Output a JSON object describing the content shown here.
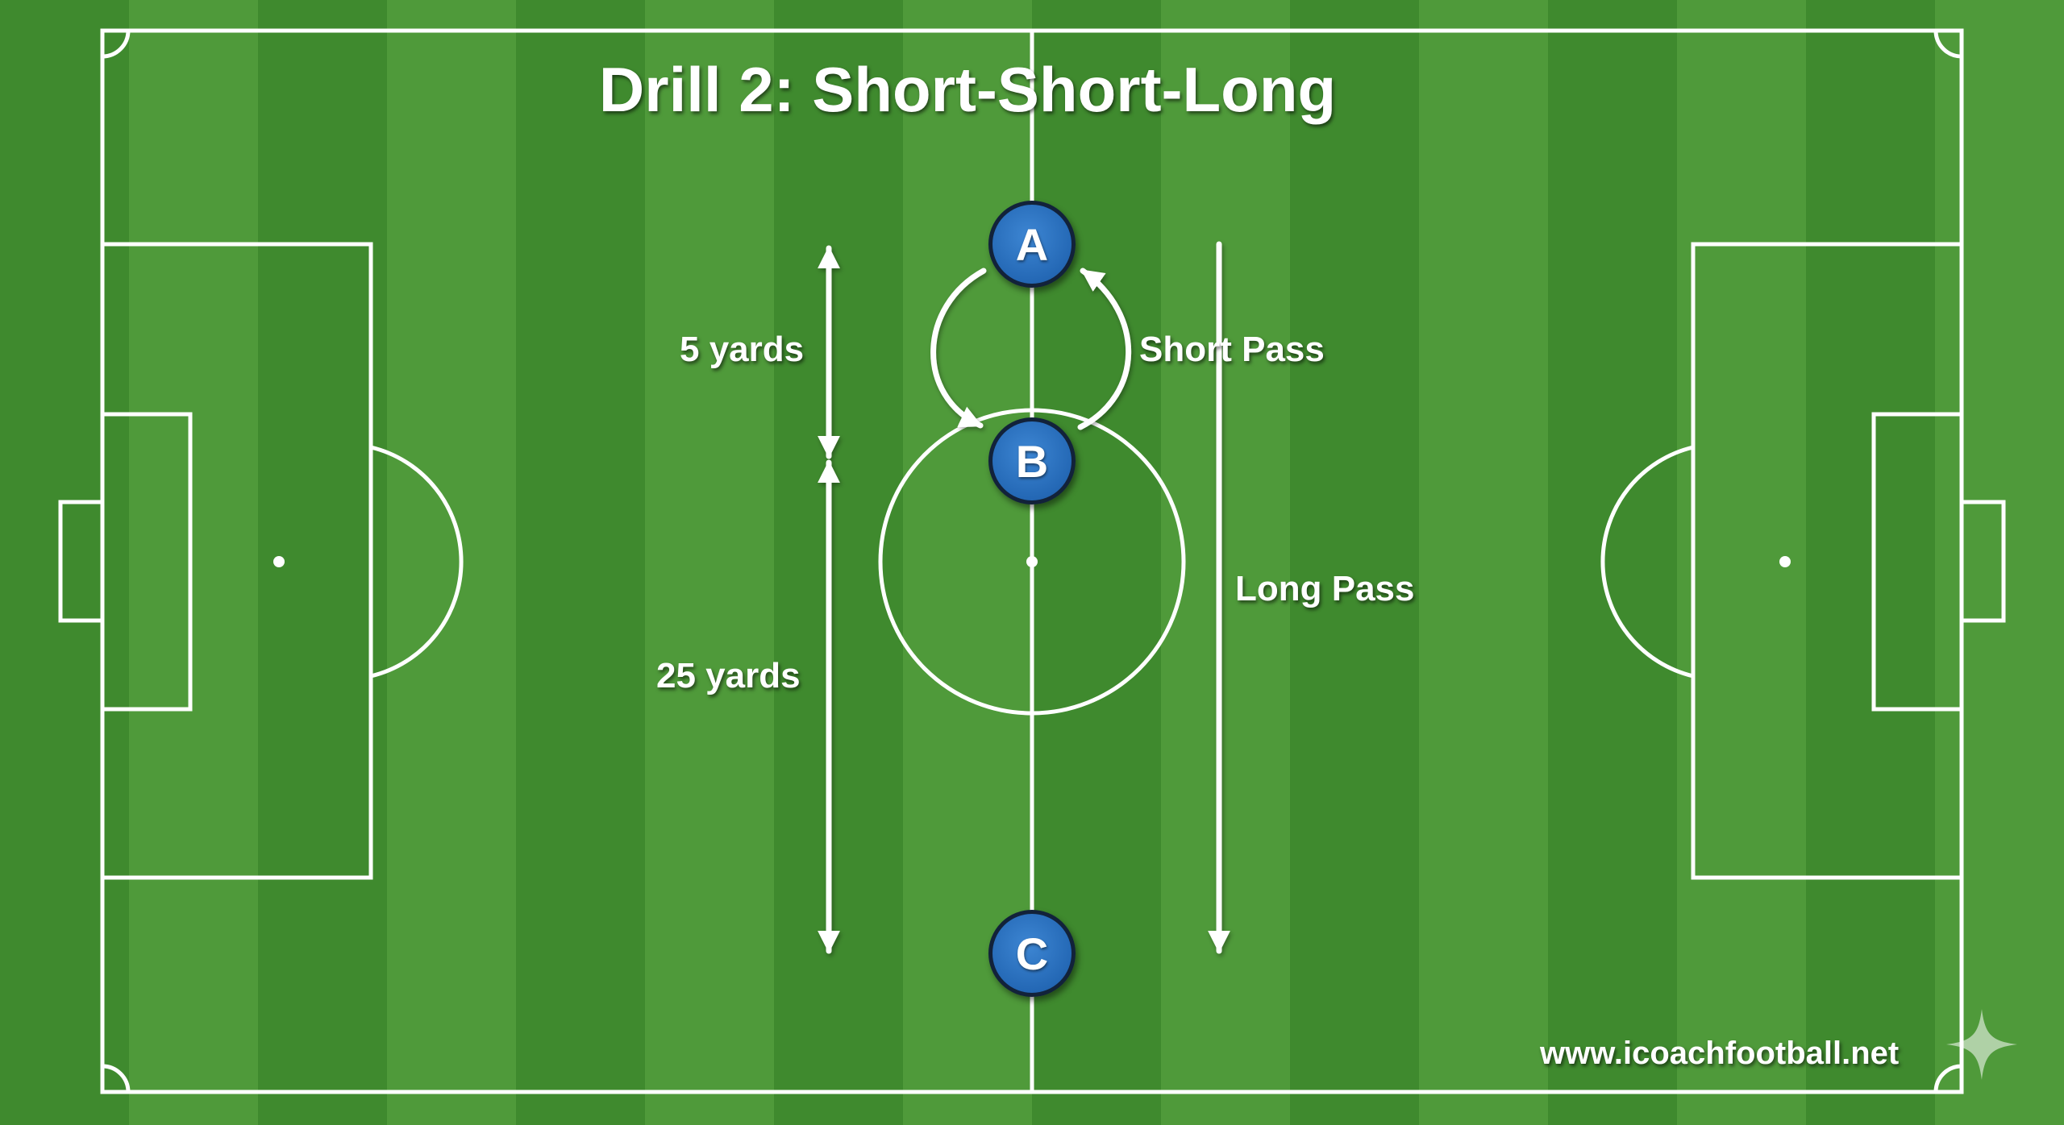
{
  "title": "Drill 2: Short-Short-Long",
  "players": [
    {
      "label": "A"
    },
    {
      "label": "B"
    },
    {
      "label": "C"
    }
  ],
  "annotations": {
    "short_distance": "5 yards",
    "long_distance": "25 yards",
    "short_pass": "Short Pass",
    "long_pass": "Long Pass"
  },
  "watermark": "www.icoachfootball.net",
  "colors": {
    "pitch_light": "#4f9a3a",
    "pitch_dark": "#3f8a2e",
    "lines": "#ffffff",
    "player_fill": "#2b6fba"
  },
  "icons": [
    "sparkle-icon"
  ]
}
